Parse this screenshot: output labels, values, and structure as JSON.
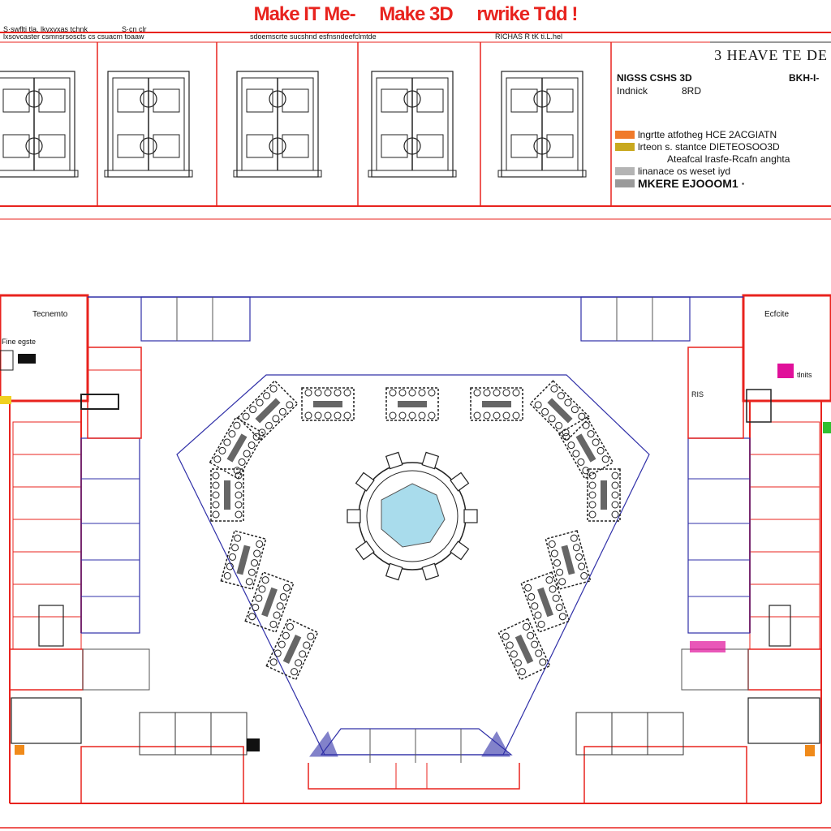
{
  "title": {
    "part1": "Make IT Me-",
    "part2": "Make 3D",
    "part3": "rwrike Tdd !",
    "color": "#e8231e"
  },
  "header_strip": {
    "left_a": "S·swflti tla, lkvxyxas tchnk",
    "left_b": "lxsovcaster csmnsrsoscts cs csuacm toaaw",
    "left_c": "S·cn clr",
    "mid": "sdoemscrte sucshnd esfnsndeefclmtde",
    "right": "RICHAS R tK ti.L.hel"
  },
  "sheet_code": "3 HEAVE TE DE",
  "meta": {
    "line1_left": "NIGSS CSHS 3D",
    "line1_right": "BKH-I-",
    "line2_left": "Indnick",
    "line2_right": "8RD"
  },
  "legend": [
    {
      "color": "#f07a2a",
      "label": "lngrtte atfotheg HCE 2ACGIATN",
      "style": "normal"
    },
    {
      "color": "#c8a81e",
      "label": "lrteon s. stantce DIETEOSOO3D",
      "style": "normal"
    },
    {
      "color": "",
      "label": "Ateafcal lrasfe-Rcafn anghta",
      "style": "indent"
    },
    {
      "color": "#b4b4b4",
      "label": "linanace os weset iyd",
      "style": "normal"
    },
    {
      "color": "#9a9a9a",
      "label": "MKERE EJOOOM1 ·",
      "style": "bold"
    }
  ],
  "room_labels": {
    "top_left_room": "Tecnemto",
    "left_note": "Fine egste",
    "top_right_room": "Ecfcite",
    "right_note": "tlnits",
    "right_small": "RIS"
  },
  "colors": {
    "wall_red": "#e8231e",
    "wall_blue": "#3030a8",
    "dark": "#222222",
    "pool": "#a9dcec",
    "accent_magenta": "#e0109a",
    "accent_yellow": "#f0d020",
    "accent_green": "#30c030",
    "accent_orange": "#f08a1a"
  }
}
